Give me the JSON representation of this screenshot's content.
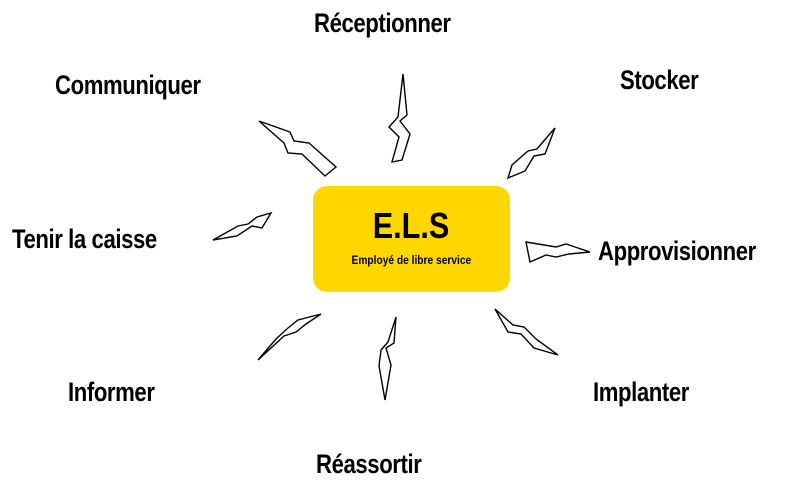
{
  "center": {
    "title": "E.L.S",
    "subtitle": "Employé de libre service",
    "color": "#FFD700"
  },
  "tasks": {
    "receptionner": "Réceptionner",
    "stocker": "Stocker",
    "communiquer": "Communiquer",
    "tenir_caisse": "Tenir la caisse",
    "approvisionner": "Approvisionner",
    "informer": "Informer",
    "implanter": "Implanter",
    "reassortir": "Réassortir"
  },
  "icons": {
    "connector": "lightning-bolt-icon"
  }
}
